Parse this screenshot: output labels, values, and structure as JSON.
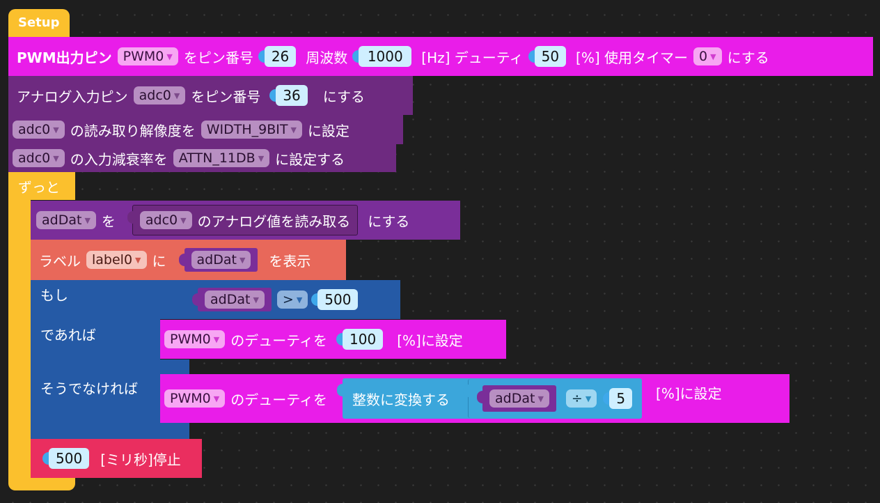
{
  "setup": {
    "hat_label": "Setup",
    "pwm": {
      "label_output_pin": "PWM出力ピン",
      "pwm_pin": "PWM0",
      "label_pin_number": "をピン番号",
      "pin_number": "26",
      "label_frequency": "周波数",
      "frequency": "1000",
      "label_hz_duty": "[Hz] デューティ",
      "duty": "50",
      "label_percent_timer": "[%] 使用タイマー",
      "timer": "0",
      "label_end": "にする"
    },
    "analog": {
      "label_input_pin": "アナログ入力ピン",
      "adc": "adc0",
      "label_pin_number": "をピン番号",
      "pin_number": "36",
      "label_end": "にする"
    },
    "width": {
      "adc": "adc0",
      "label_mid": "の読み取り解像度を",
      "value": "WIDTH_9BIT",
      "label_end": "に設定"
    },
    "atten": {
      "adc": "adc0",
      "label_mid": "の入力減衰率を",
      "value": "ATTN_11DB",
      "label_end": "に設定する"
    }
  },
  "loop": {
    "label": "ずっと",
    "set_var": {
      "var": "adDat",
      "label_wo": "を",
      "adc": "adc0",
      "label_read": "のアナログ値を読み取る",
      "label_end": "にする"
    },
    "label_block": {
      "label_prefix": "ラベル",
      "target": "label0",
      "label_ni": "に",
      "var": "adDat",
      "label_end": "を表示"
    },
    "if_block": {
      "label_if": "もし",
      "cond_var": "adDat",
      "cond_op": ">",
      "cond_value": "500",
      "label_then": "であれば",
      "then": {
        "pwm": "PWM0",
        "label_duty": "のデューティを",
        "value": "100",
        "label_end": "[%]に設定"
      },
      "label_else": "そうでなければ",
      "else": {
        "pwm": "PWM0",
        "label_duty": "のデューティを",
        "label_int": "整数に変換する",
        "var": "adDat",
        "op": "÷",
        "divisor": "5",
        "label_end": "[%]に設定"
      }
    },
    "wait": {
      "ms": "500",
      "label": "[ミリ秒]停止"
    }
  },
  "icons": {
    "dropdown": "▼"
  },
  "colors": {
    "background": "#1e1e1e",
    "pwm_blocks": "#e91de9",
    "adc_blocks": "#6e2a80",
    "variable_blocks": "#7a2e99",
    "label_block": "#e8685a",
    "logic_block": "#255aa6",
    "math_block": "#3ba6db",
    "wait_block": "#ea2e5f",
    "loop_block": "#fbc02d"
  }
}
